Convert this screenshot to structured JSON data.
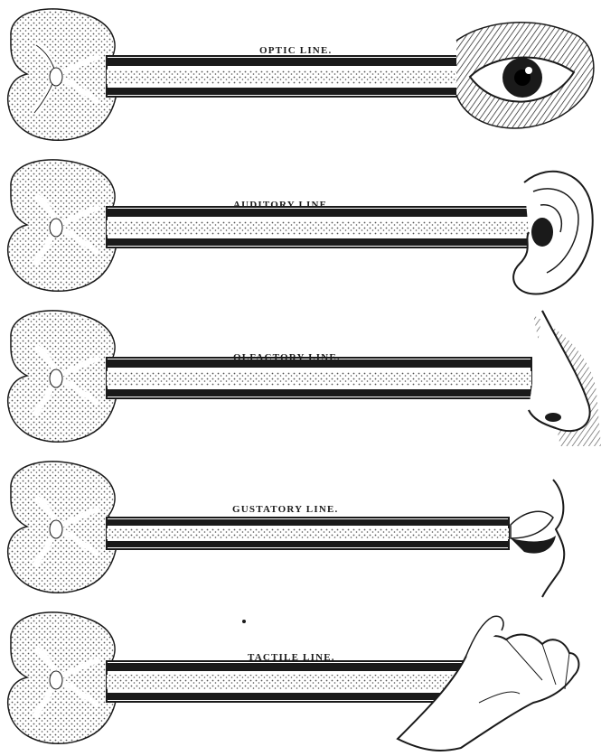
{
  "diagram": {
    "panels": [
      {
        "id": "optic",
        "label": "OPTIC LINE.",
        "organ": "eye-icon"
      },
      {
        "id": "auditory",
        "label": "AUDITORY LINE.",
        "organ": "ear-icon"
      },
      {
        "id": "olfactory",
        "label": "OLFACTORY LINE.",
        "organ": "nose-icon"
      },
      {
        "id": "gustatory",
        "label": "GUSTATORY LINE.",
        "organ": "mouth-icon"
      },
      {
        "id": "tactile",
        "label": "TACTILE LINE.",
        "organ": "hand-icon"
      }
    ],
    "colors": {
      "ink": "#1a1a1a",
      "paper": "#ffffff",
      "stipple": "#555555"
    }
  }
}
